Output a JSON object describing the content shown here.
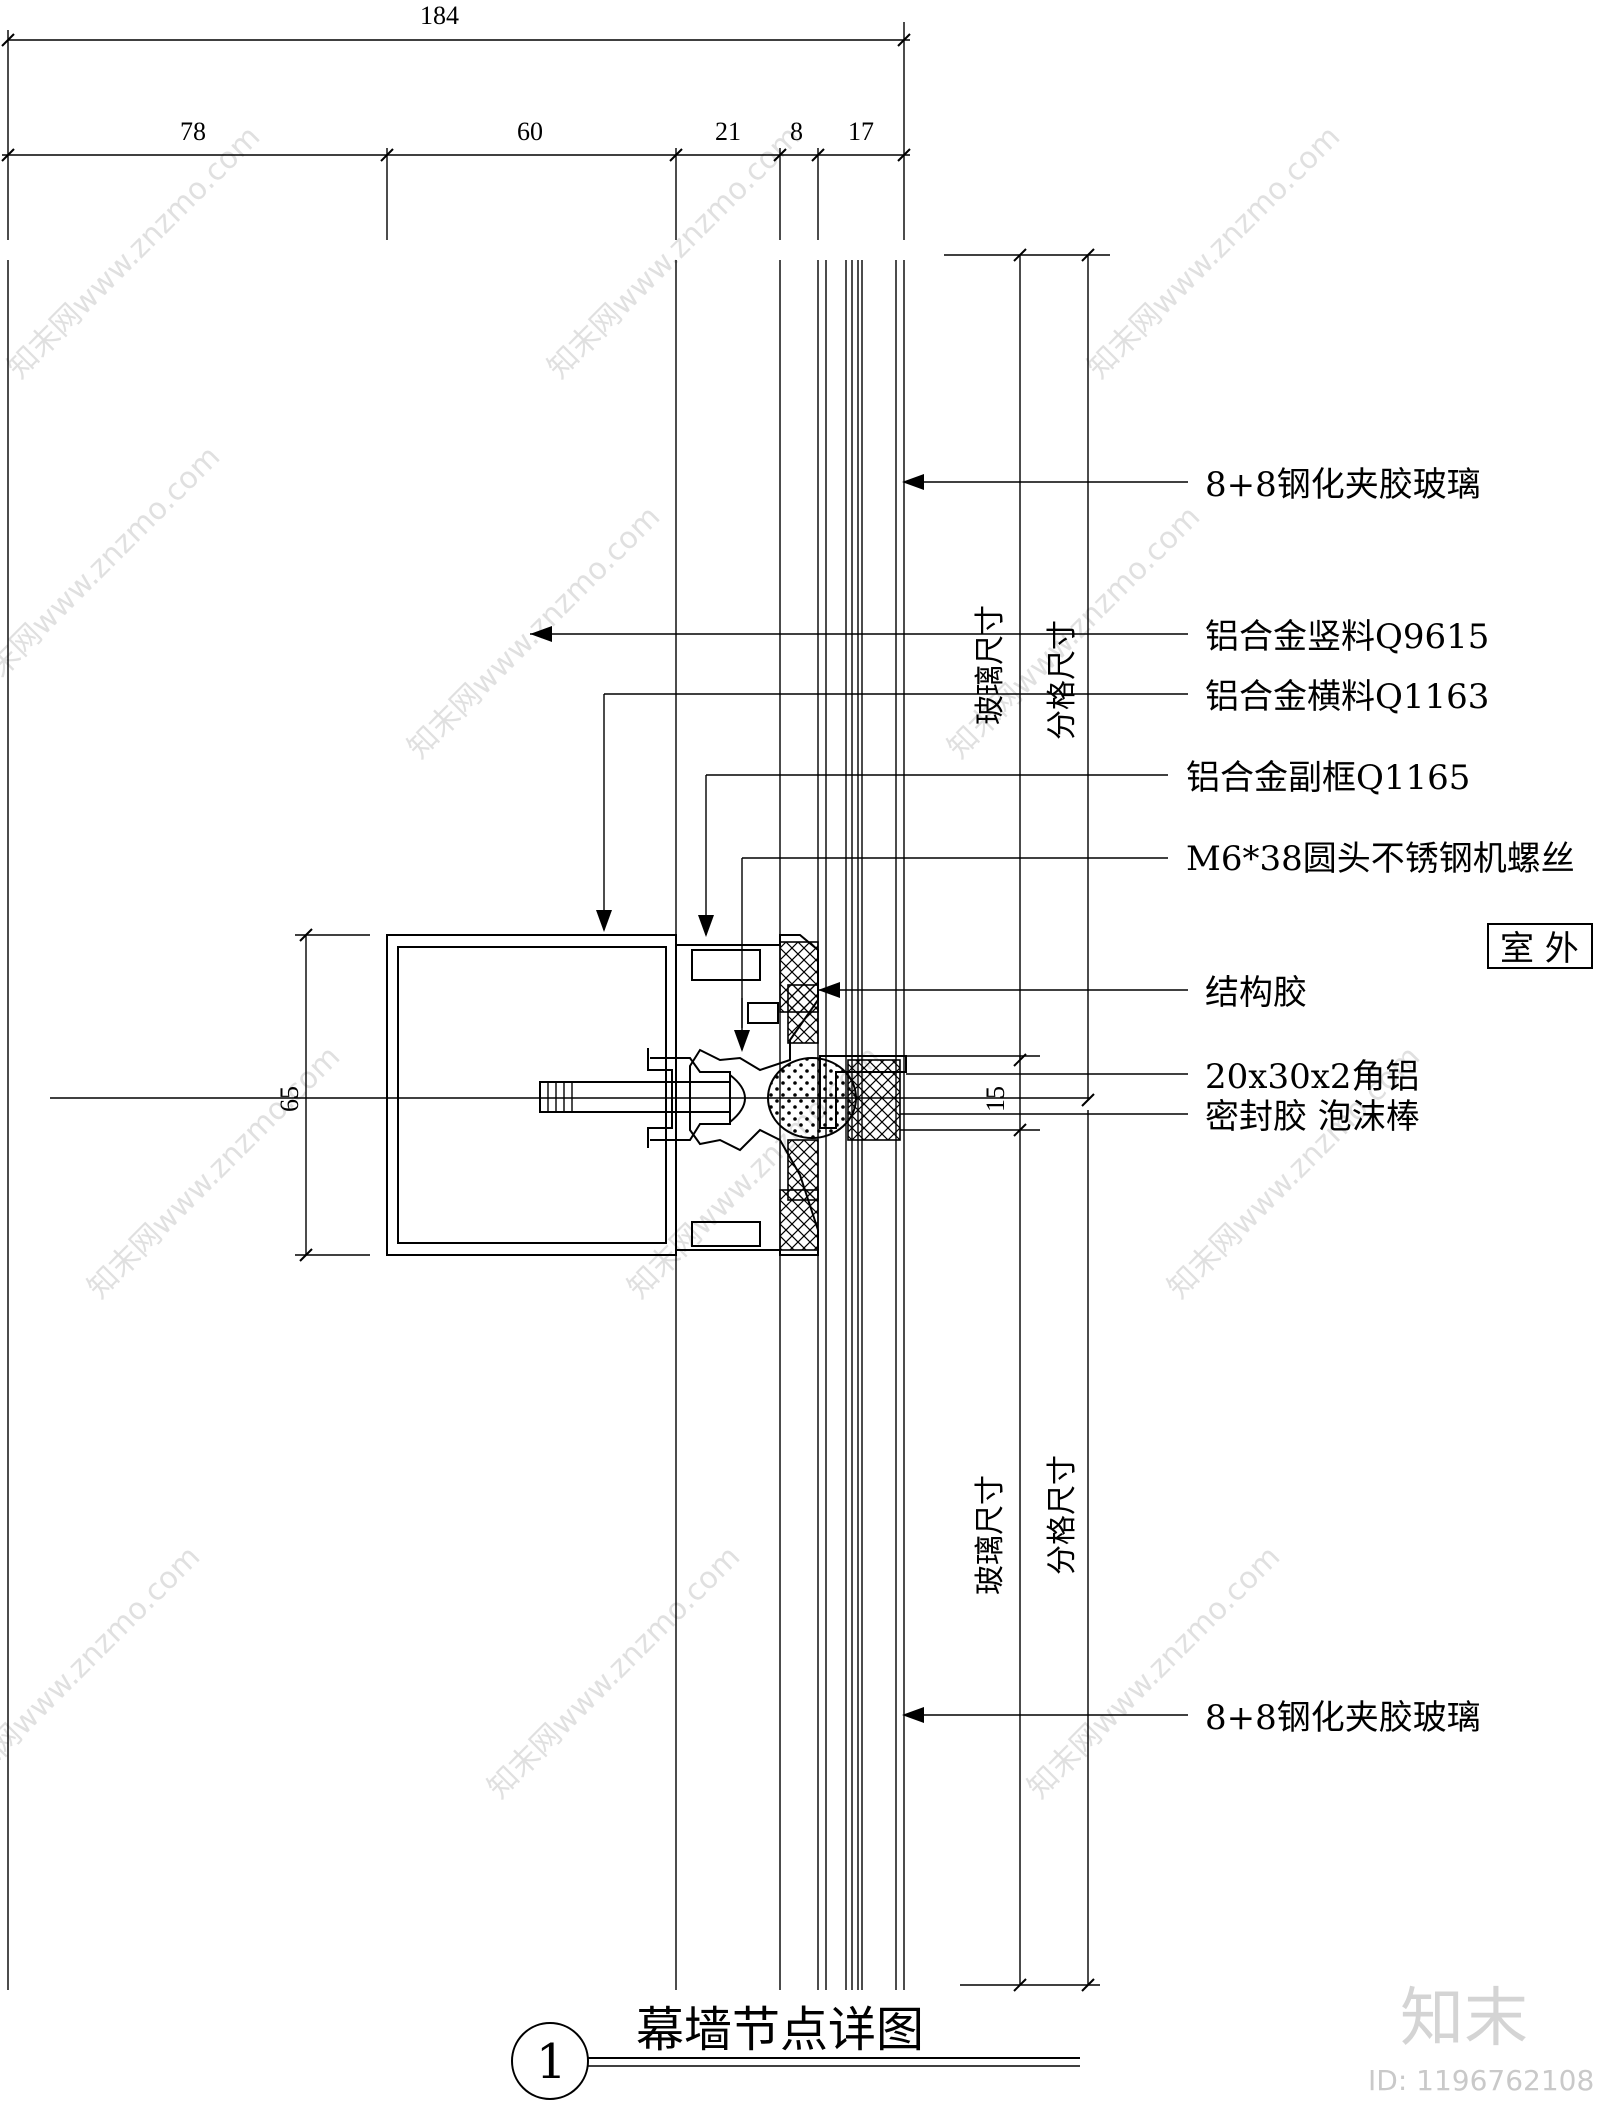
{
  "dimensions": {
    "overall": "184",
    "segments": [
      "78",
      "60",
      "21",
      "8",
      "17"
    ],
    "height_65": "65",
    "gap_15": "15"
  },
  "labels": {
    "glass_top": "8+8钢化夹胶玻璃",
    "mullion": "铝合金竖料Q9615",
    "transom": "铝合金横料Q1163",
    "subframe": "铝合金副框Q1165",
    "screw": "M6*38圆头不锈钢机螺丝",
    "structural_sealant": "结构胶",
    "angle": "20x30x2角铝",
    "sealant_foam": "密封胶 泡沫棒",
    "glass_bottom": "8+8钢化夹胶玻璃"
  },
  "vertical_labels": {
    "glass_size_top": "玻璃尺寸",
    "grid_size_top": "分格尺寸",
    "glass_size_bottom": "玻璃尺寸",
    "grid_size_bottom": "分格尺寸"
  },
  "outside_tag": "室 外",
  "title": {
    "number": "1",
    "text": "幕墙节点详图"
  },
  "watermark": {
    "text": "知末网www.znzmo.com",
    "brand": "知末",
    "id": "ID: 1196762108"
  }
}
